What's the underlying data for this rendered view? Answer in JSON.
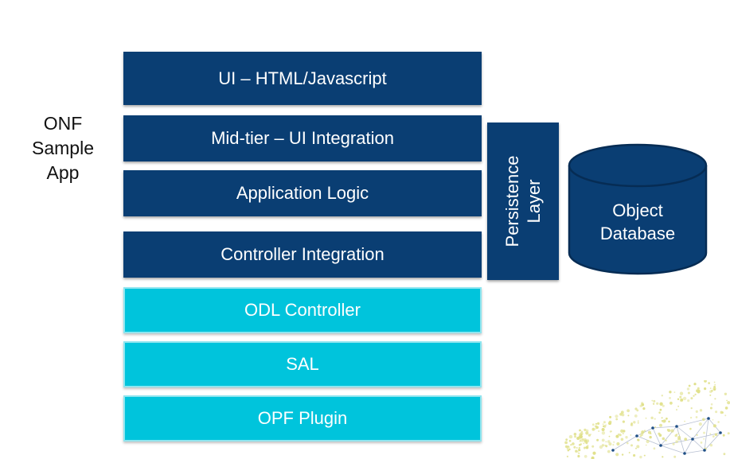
{
  "app_label": {
    "line1": "ONF",
    "line2": "Sample",
    "line3": "App"
  },
  "layers": [
    {
      "label": "UI – HTML/Javascript",
      "kind": "app"
    },
    {
      "label": "Mid-tier – UI Integration",
      "kind": "app"
    },
    {
      "label": "Application Logic",
      "kind": "app"
    },
    {
      "label": "Controller Integration",
      "kind": "app"
    },
    {
      "label": "ODL Controller",
      "kind": "platform"
    },
    {
      "label": "SAL",
      "kind": "platform"
    },
    {
      "label": "OPF Plugin",
      "kind": "platform"
    }
  ],
  "persistence": {
    "line1": "Persistence",
    "line2": "Layer"
  },
  "database": {
    "line1": "Object",
    "line2": "Database"
  },
  "colors": {
    "app_layer": "#0a3e73",
    "platform_layer": "#00c4dc",
    "decor_dots": "#e0e08a",
    "decor_nodes": "#1f4f86"
  }
}
